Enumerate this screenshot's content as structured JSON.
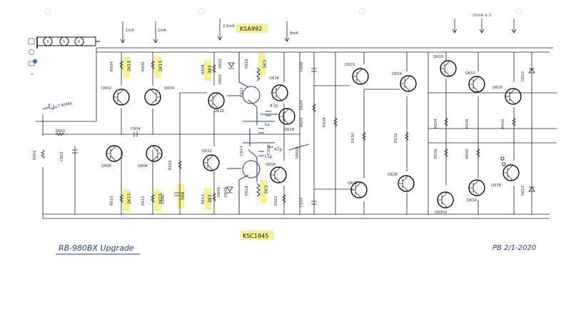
{
  "title_note": "RB-980BX Upgrade",
  "signature_note": "PB 2/1-2020",
  "transistor_notes": {
    "top": "KSA992",
    "bottom": "KSC1845"
  },
  "current_notes": {
    "a": "1mA",
    "b": "1mA",
    "c": "2.5mA",
    "d": "8mA",
    "e": "22mA × 3"
  },
  "value_notes": {
    "r1": "2K15",
    "r2": "2K15",
    "r3": "383",
    "r4": "3K3",
    "r5": "2K15",
    "r6": "2K15",
    "r7": "383",
    "r8": "5K6",
    "r9": "3K3",
    "cap1": "4µ7 WIMA",
    "cap2": "47p",
    "cap3": "1µ",
    "cap4": "47p",
    "cap5": "15p"
  },
  "connector_pins": [
    "3",
    "5",
    "6"
  ],
  "refs": {
    "q602": "Q602",
    "q604": "Q604",
    "q606": "Q606",
    "q608": "Q608",
    "q610": "Q610",
    "q612": "Q612",
    "q614": "Q614",
    "q616": "Q616",
    "q618": "Q618",
    "q620": "Q620",
    "q622": "Q622",
    "q624": "Q624",
    "q626": "Q626",
    "q628": "Q628",
    "q630": "Q630",
    "q632": "Q632",
    "q634": "Q634",
    "q636": "Q636",
    "q638": "Q638",
    "r601": "R601",
    "r602": "R602",
    "r604": "R604",
    "r606": "R606",
    "r608": "R608",
    "r610": "R610",
    "r612": "R612",
    "r614": "R614",
    "r616": "R616",
    "r618": "R618",
    "r620": "R620",
    "r622": "R622",
    "r624": "R624",
    "r626": "R626",
    "r628": "R628",
    "r630": "R630",
    "r632": "R632",
    "r634": "R634",
    "r636": "R636",
    "r638": "R638",
    "r640": "R640",
    "r642": "R642",
    "c602": "C602",
    "c604": "C604",
    "c606": "C606",
    "c608": "C608",
    "c610": "C610",
    "c612": "C612",
    "c614": "C614",
    "c616": "C616",
    "d602": "D602",
    "d604": "D604",
    "d606": "D606",
    "d608": "D608",
    "d610": "D610",
    "d612": "D612",
    "vr602": "VR602"
  }
}
